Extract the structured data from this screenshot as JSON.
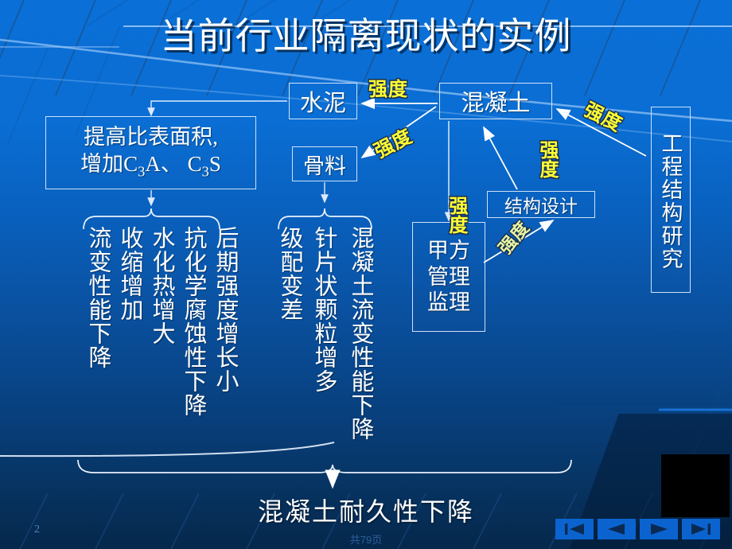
{
  "slide": {
    "title": "当前行业隔离现状的实例",
    "conclusion": "混凝土耐久性下降",
    "page_number": "2",
    "page_total": "共79页",
    "accent_yellow": "#ffff33",
    "background_blue": "#0a6fd6",
    "background_blue_dark": "#05284b"
  },
  "boxes": {
    "cement": "水泥",
    "concrete": "混凝土",
    "aggregate": "骨料",
    "cement_measure_line1": "提高比表面积,",
    "cement_measure_line2_a": "增加C",
    "cement_measure_line2_sub1": "3",
    "cement_measure_line2_b": "A、 C",
    "cement_measure_line2_sub2": "3",
    "cement_measure_line2_c": "S",
    "structural_design": "结构设计",
    "owner_line1": "甲方",
    "owner_line2": "管理",
    "owner_line3": "监理",
    "engineering_research": "工程结构研究"
  },
  "strength_labels": {
    "l1": "强度",
    "l2": "强度",
    "l3": "强度",
    "l4": "强度",
    "l5": "强度",
    "l6": "强度"
  },
  "columns": {
    "cement_effects": [
      "流变性能下降",
      "收缩增加",
      "水化热增大",
      "抗化学腐蚀性下降",
      "后期强度增长小"
    ],
    "aggregate_effects": [
      "级配变差",
      "针片状颗粒增多",
      "混凝土流变性能下降"
    ]
  },
  "nav": {
    "first": "first-page",
    "prev": "previous-page",
    "next": "next-page",
    "last": "last-page"
  }
}
